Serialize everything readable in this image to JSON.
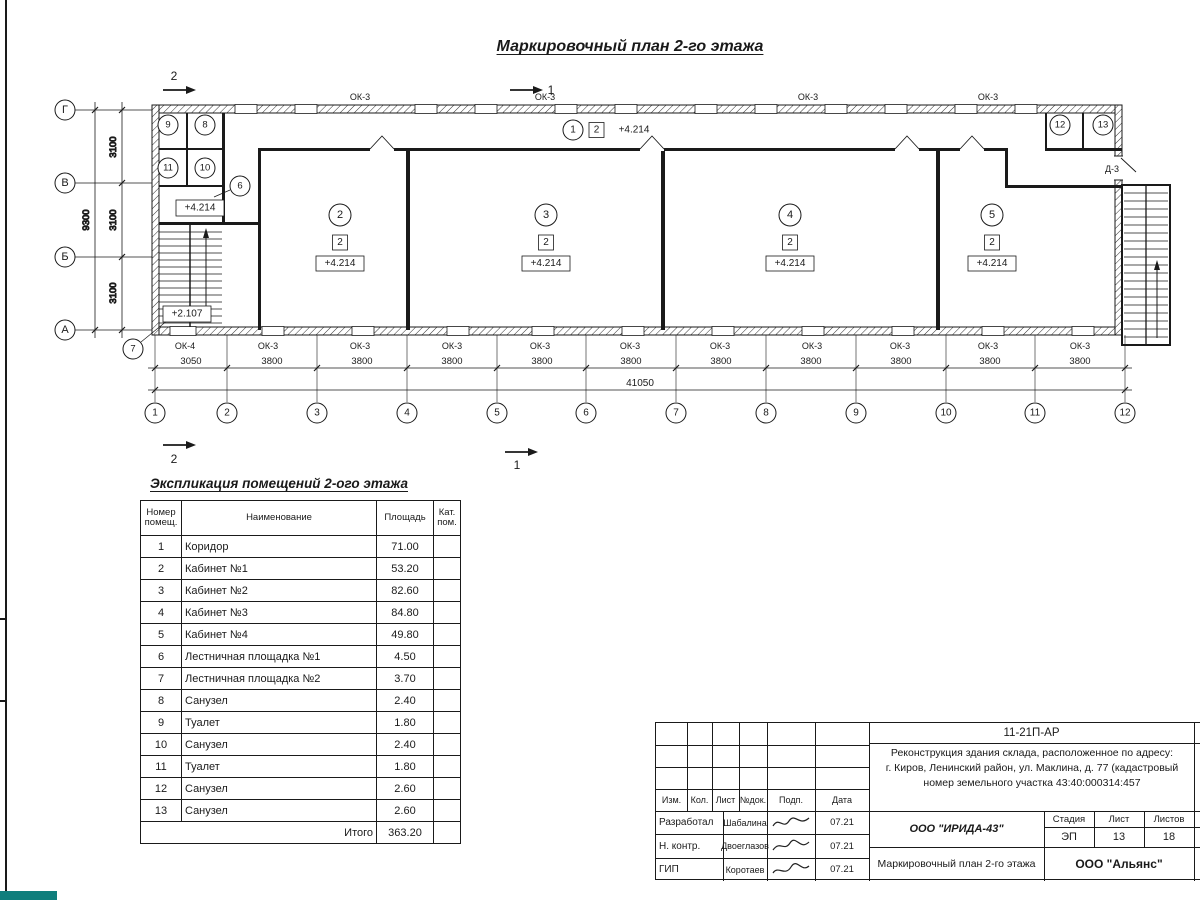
{
  "sheet": {
    "title": "Маркировочный план 2-го этажа"
  },
  "plan": {
    "section_marker_1": "1",
    "section_marker_2": "2",
    "axes_rows": [
      "Г",
      "В",
      "Б",
      "А"
    ],
    "axes_cols": [
      "1",
      "2",
      "3",
      "4",
      "5",
      "6",
      "7",
      "8",
      "9",
      "10",
      "11",
      "12"
    ],
    "dims_left": [
      "3100",
      "3100",
      "3100"
    ],
    "dim_left_total": "9300",
    "dims_bottom": [
      "3050",
      "3800",
      "3800",
      "3800",
      "3800",
      "3800",
      "3800",
      "3800",
      "3800",
      "3800",
      "3800"
    ],
    "dim_bottom_total": "41050",
    "windows_top": [
      "ОК-3",
      "ОК-3",
      "ОК-3",
      "ОК-3"
    ],
    "windows_bottom": [
      "ОК-4",
      "ОК-3",
      "ОК-3",
      "ОК-3",
      "ОК-3",
      "ОК-3",
      "ОК-3",
      "ОК-3",
      "ОК-3",
      "ОК-3",
      "ОК-3"
    ],
    "corridor_marker": {
      "num": "1",
      "cat": "2",
      "elev": "+4.214"
    },
    "rooms": [
      {
        "num": "2",
        "cat": "2",
        "elev": "+4.214"
      },
      {
        "num": "3",
        "cat": "2",
        "elev": "+4.214"
      },
      {
        "num": "4",
        "cat": "2",
        "elev": "+4.214"
      },
      {
        "num": "5",
        "cat": "2",
        "elev": "+4.214"
      }
    ],
    "small_rooms": [
      "9",
      "8",
      "11",
      "10",
      "6",
      "7",
      "12",
      "13"
    ],
    "elev_landing": "+4.214",
    "elev_stairs": "+2.107",
    "door_label": "Д-3"
  },
  "explication": {
    "title": "Экспликация помещений 2-ого этажа",
    "headers": {
      "num": "Номер помещ.",
      "name": "Наименование",
      "area": "Площадь",
      "cat": "Кат. пом."
    },
    "rows": [
      {
        "num": "1",
        "name": "Коридор",
        "area": "71.00"
      },
      {
        "num": "2",
        "name": "Кабинет №1",
        "area": "53.20"
      },
      {
        "num": "3",
        "name": "Кабинет №2",
        "area": "82.60"
      },
      {
        "num": "4",
        "name": "Кабинет №3",
        "area": "84.80"
      },
      {
        "num": "5",
        "name": "Кабинет №4",
        "area": "49.80"
      },
      {
        "num": "6",
        "name": "Лестничная площадка №1",
        "area": "4.50"
      },
      {
        "num": "7",
        "name": "Лестничная площадка №2",
        "area": "3.70"
      },
      {
        "num": "8",
        "name": "Санузел",
        "area": "2.40"
      },
      {
        "num": "9",
        "name": "Туалет",
        "area": "1.80"
      },
      {
        "num": "10",
        "name": "Санузел",
        "area": "2.40"
      },
      {
        "num": "11",
        "name": "Туалет",
        "area": "1.80"
      },
      {
        "num": "12",
        "name": "Санузел",
        "area": "2.60"
      },
      {
        "num": "13",
        "name": "Санузел",
        "area": "2.60"
      }
    ],
    "total_label": "Итого",
    "total_value": "363.20"
  },
  "titleblock": {
    "doc_number": "11-21П-АР",
    "project_line1": "Реконструкция здания склада, расположенное по адресу:",
    "project_line2": "г. Киров, Ленинский район, ул. Маклина, д. 77 (кадастровый",
    "project_line3": "номер земельного участка 43:40:000314:457",
    "cols": [
      "Изм.",
      "Кол.",
      "Лист",
      "№док.",
      "Подп.",
      "Дата"
    ],
    "sign_rows": [
      {
        "role": "Разработал",
        "name": "Шабалина",
        "date": "07.21"
      },
      {
        "role": "Н. контр.",
        "name": "Двоеглазов",
        "date": "07.21"
      },
      {
        "role": "ГИП",
        "name": "Коротаев",
        "date": "07.21"
      }
    ],
    "company": "ООО \"ИРИДА-43\"",
    "stage_label": "Стадия",
    "sheet_label": "Лист",
    "sheets_label": "Листов",
    "stage": "ЭП",
    "sheet": "13",
    "sheets": "18",
    "drawing_title": "Маркировочный план 2-го этажа",
    "firm": "ООО \"Альянс\""
  },
  "colors": {
    "line": "#1a1a1a",
    "corner_artifact": "#0f7e7c"
  }
}
